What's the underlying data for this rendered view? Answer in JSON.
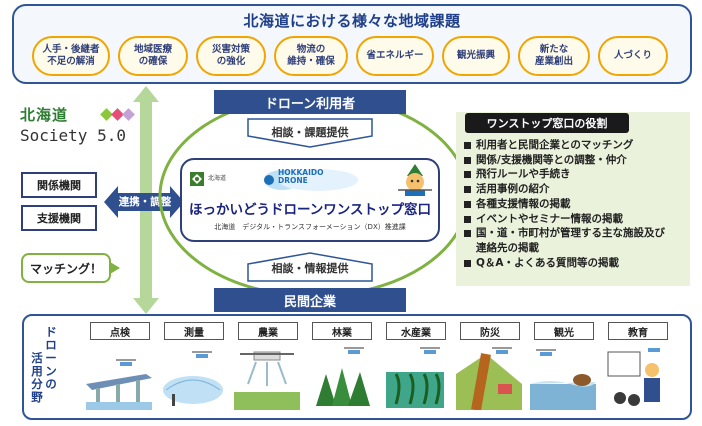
{
  "top": {
    "title": "北海道における様々な地域課題",
    "issues": [
      "人手・後継者\n不足の解消",
      "地域医療\nの確保",
      "災害対策\nの強化",
      "物流の\n維持・確保",
      "省エネルギー",
      "観光振興",
      "新たな\n産業創出",
      "人づくり"
    ]
  },
  "logo": {
    "line1": "北海道",
    "line2": "Society 5.0"
  },
  "side": {
    "related": "関係機関",
    "support": "支援機関",
    "collab": "連携・調整",
    "matching": "マッチング！"
  },
  "center": {
    "drone_users": "ドローン利用者",
    "private": "民間企業",
    "consult_top": "相談・課題提供",
    "consult_bottom": "相談・情報提供",
    "gov_small": "北海道",
    "drone_logo": "HOKKAIDO\nDRONE",
    "window_title": "ほっかいどうドローンワンストップ窓口",
    "window_dept": "北海道　デジタル・トランスフォーメーション（DX）推進課"
  },
  "roles": {
    "header": "ワンストップ窓口の役割",
    "items": [
      "利用者と民間企業とのマッチング",
      "関係/支援機関等との調整・仲介",
      "飛行ルールや手続き",
      "活用事例の紹介",
      "各種支援情報の掲載",
      "イベントやセミナー情報の掲載",
      "国・道・市町村が管理する主な施設及び",
      "連絡先の掲載",
      "Q＆A・よくある質問等の掲載"
    ]
  },
  "fields": {
    "title": "ドローンの活用分野",
    "categories": [
      "点検",
      "測量",
      "農業",
      "林業",
      "水産業",
      "防災",
      "観光",
      "教育"
    ]
  },
  "colors": {
    "navy": "#2f4f8f",
    "green": "#7fb241",
    "orange": "#f0a500",
    "panel": "#eaf2dc"
  }
}
